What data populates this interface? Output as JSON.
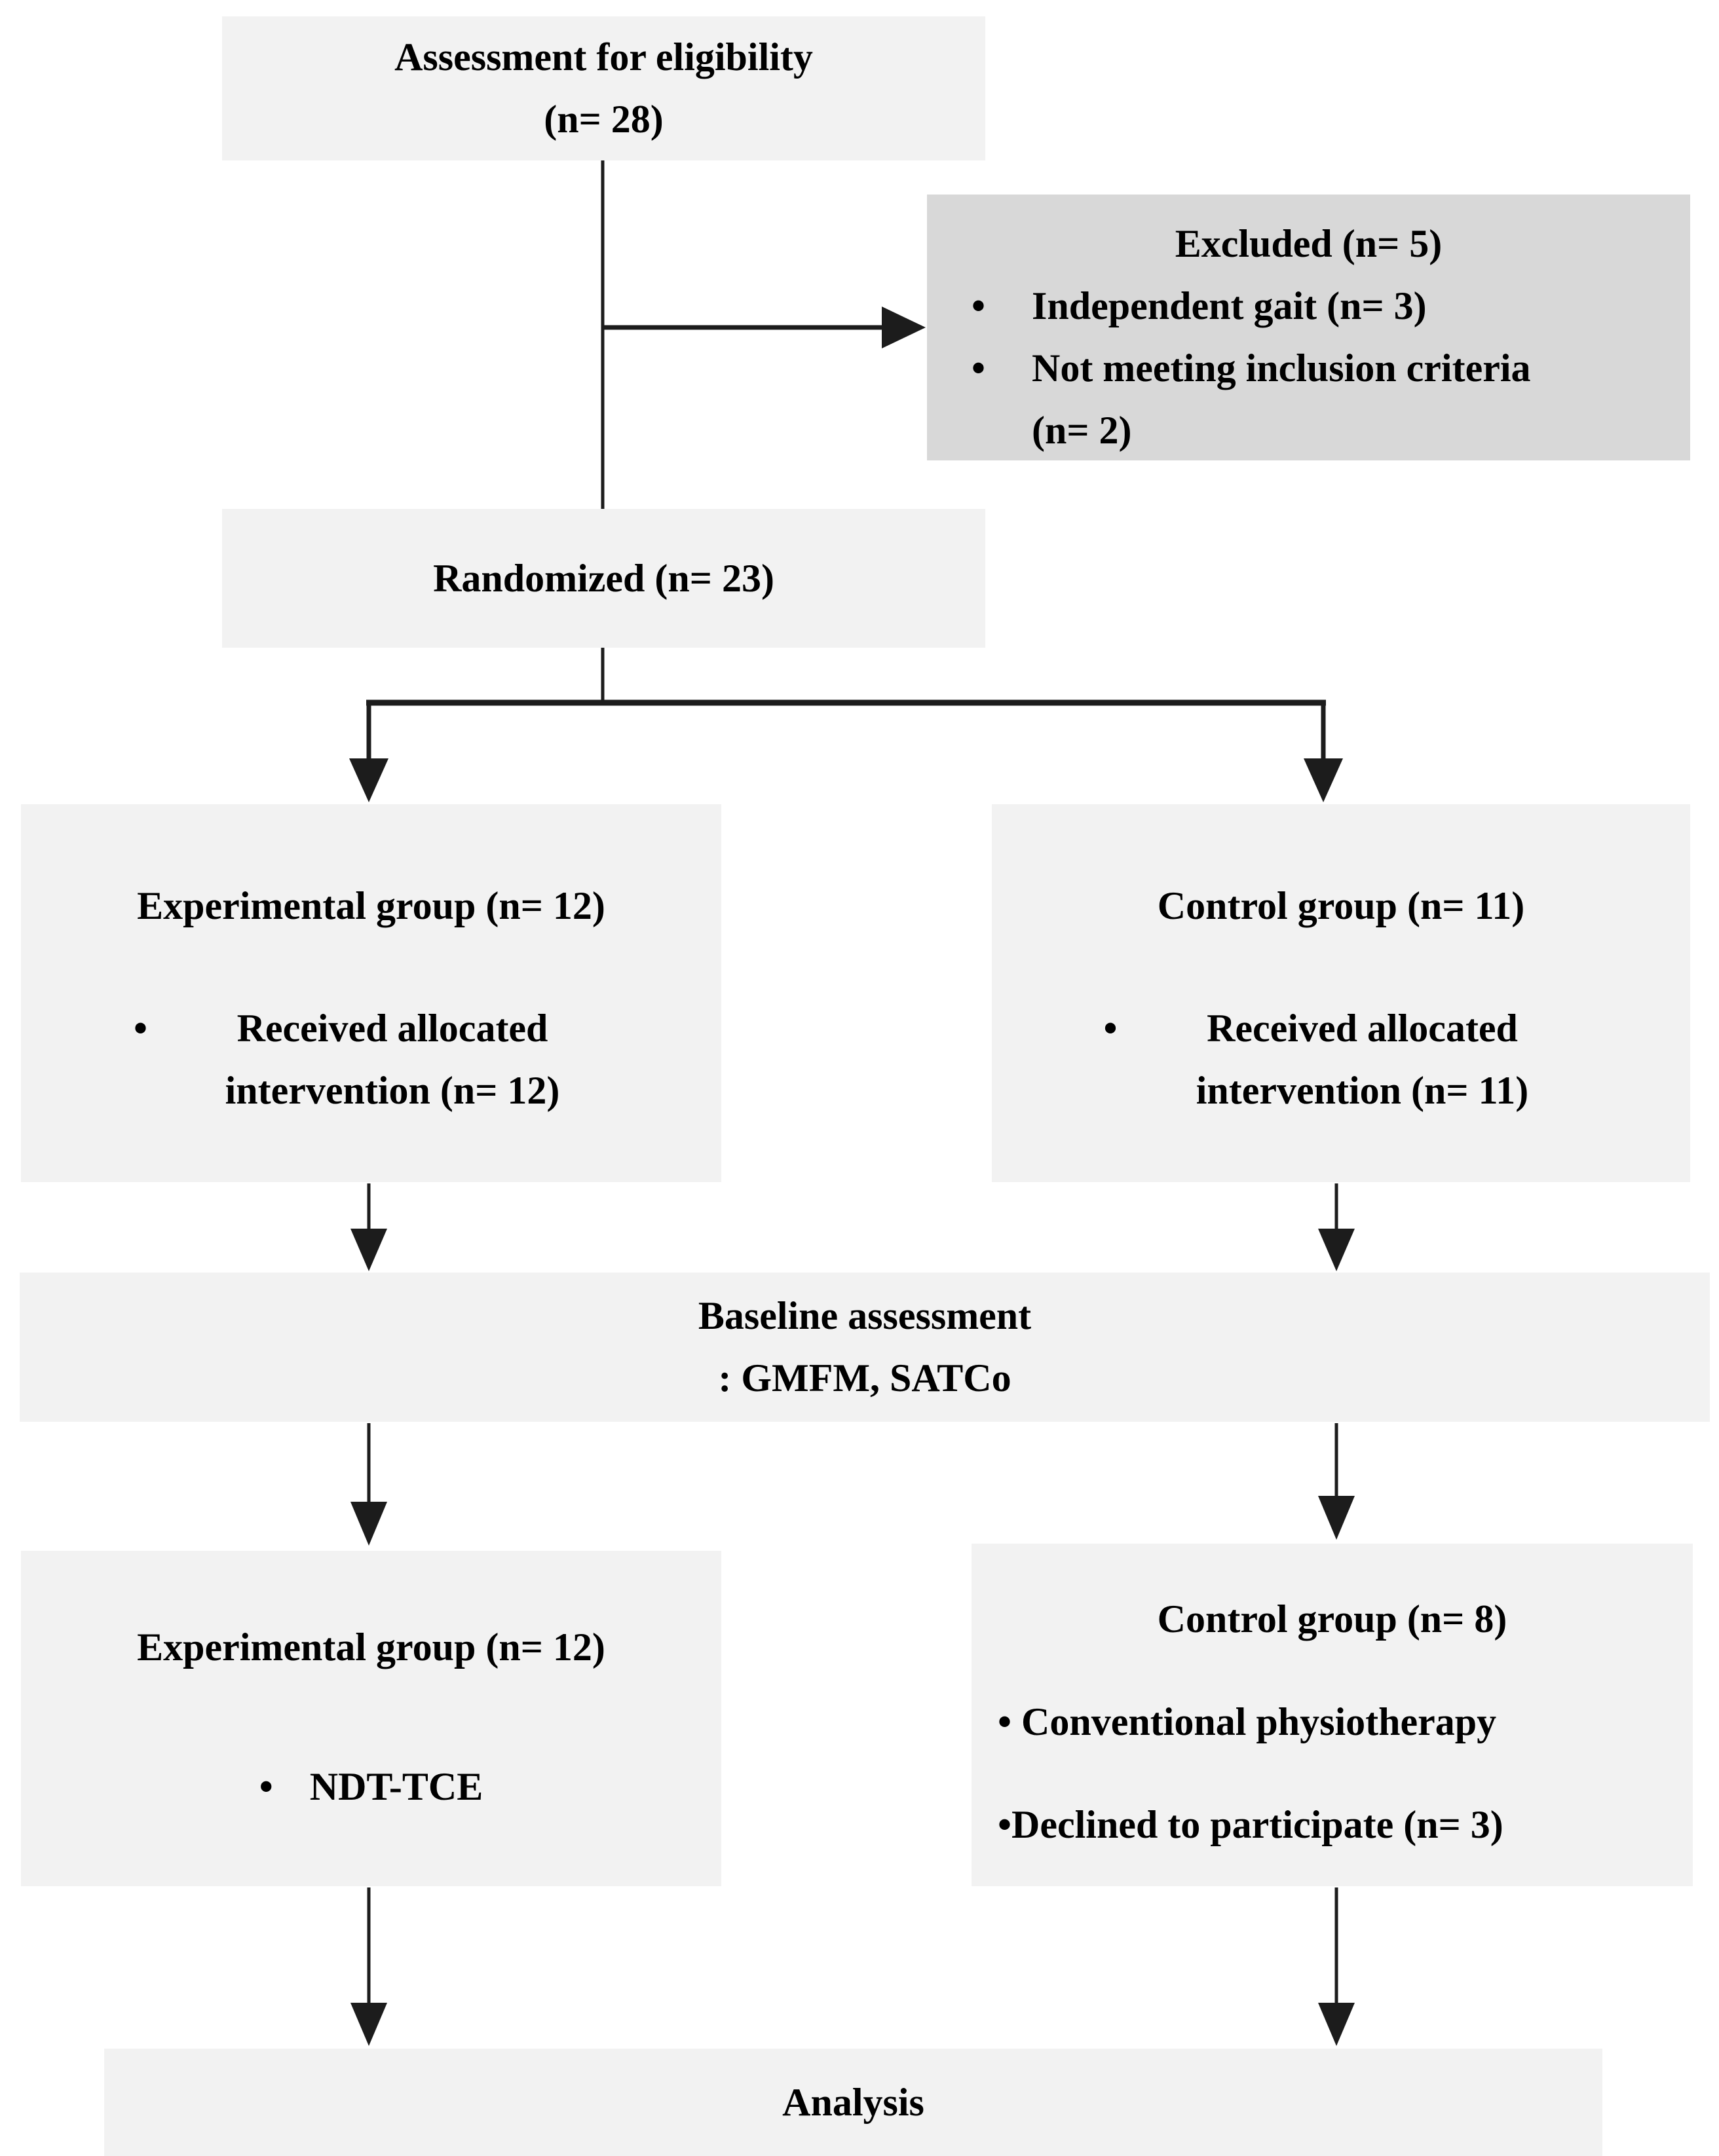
{
  "bullet_char": "•",
  "colors": {
    "box_light": "#f2f2f2",
    "box_dark": "#d8d8d8",
    "line": "#1c1c1c",
    "text": "#000000"
  },
  "boxes": {
    "assessment": {
      "line1": "Assessment for eligibility",
      "line2": "(n= 28)"
    },
    "excluded": {
      "title": "Excluded (n= 5)",
      "bullets": [
        "Independent gait (n= 3)",
        "Not meeting inclusion criteria  (n= 2)"
      ]
    },
    "randomized": {
      "title": "Randomized (n= 23)"
    },
    "exp_alloc": {
      "title": "Experimental group (n= 12)",
      "bullet": "Received allocated intervention (n= 12)"
    },
    "ctrl_alloc": {
      "title": "Control group (n= 11)",
      "bullet": "Received allocated intervention (n= 11)"
    },
    "baseline": {
      "line1": "Baseline assessment",
      "line2": ": GMFM, SATCo"
    },
    "exp_interv": {
      "title": "Experimental group (n= 12)",
      "bullet": "NDT-TCE"
    },
    "ctrl_interv": {
      "title": "Control group (n= 8)",
      "bullet1": "• Conventional physiotherapy",
      "bullet2": "•Declined to participate (n= 3)"
    },
    "analysis": {
      "title": "Analysis"
    }
  }
}
